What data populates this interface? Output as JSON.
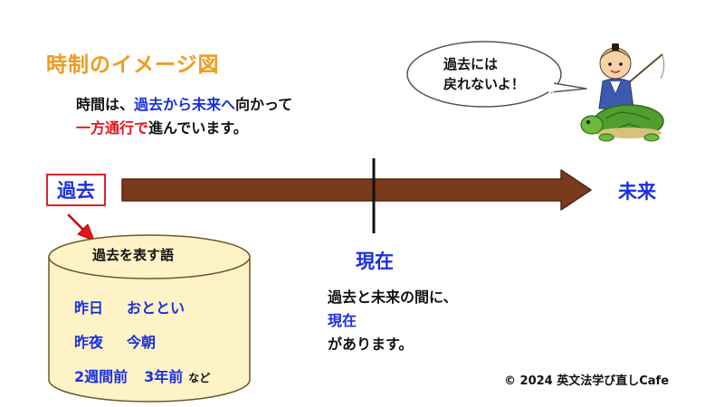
{
  "title": "時制のイメージ図",
  "intro": {
    "line1": {
      "a": "時間は、",
      "b": "過去から未来へ",
      "c": "向かって"
    },
    "line2": {
      "a": "一方通行で",
      "b": "進んでいます。"
    }
  },
  "bubble": {
    "line1": "過去には",
    "line2": "戻れないよ！"
  },
  "timeline": {
    "past": "過去",
    "future": "未来",
    "present": "現在",
    "present_note": {
      "line1": "過去と未来の間に、",
      "line2_a": "現在",
      "line2_b": "があります。"
    }
  },
  "past_words": {
    "title": "過去を表す語",
    "rows": [
      [
        "昨日",
        "おととい"
      ],
      [
        "昨夜",
        "今朝"
      ],
      [
        "2週間前",
        "3年前"
      ]
    ],
    "suffix": "など"
  },
  "copyright": "© 2024  英文法学び直しCafe",
  "colors": {
    "title": "#ef9b1f",
    "accent_blue": "#1a2fe0",
    "accent_red": "#e8141c",
    "arrow": "#7a3a1c",
    "cylinder_fill": "#fdf3c7",
    "cylinder_stroke": "#6b5a2a"
  }
}
